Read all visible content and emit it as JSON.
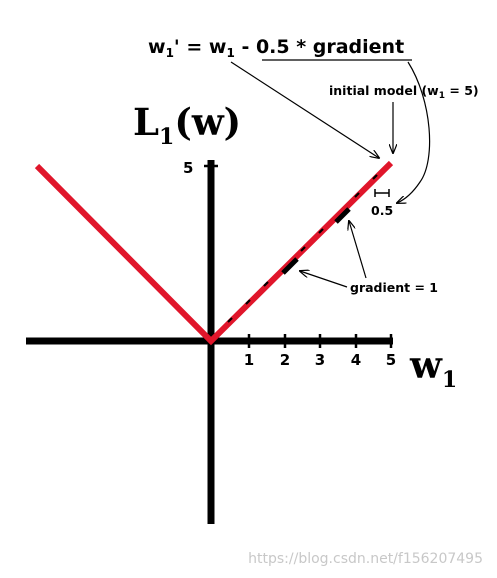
{
  "formula": {
    "lhs_var": "w",
    "lhs_sub": "1",
    "lhs_prime": "'",
    "equals": " = ",
    "rhs_var": "w",
    "rhs_sub": "1",
    "rest": " - 0.5 * gradient"
  },
  "yaxis_title": {
    "letter": "L",
    "sub": "1",
    "arg": "(w)"
  },
  "xaxis_title": {
    "letter": "w",
    "sub": "1"
  },
  "ytick_label": "5",
  "xtick_labels": [
    "1",
    "2",
    "3",
    "4",
    "5"
  ],
  "annotations": {
    "initial_prefix": "initial model (w",
    "initial_sub": "1",
    "initial_suffix": " = 5)",
    "step": "0.5",
    "gradient": "gradient = 1"
  },
  "watermark": "https://blog.csdn.net/f156207495",
  "colors": {
    "curve": "#e0162b",
    "axis": "#000000",
    "text": "#000000",
    "watermark": "#c8c8c8"
  }
}
